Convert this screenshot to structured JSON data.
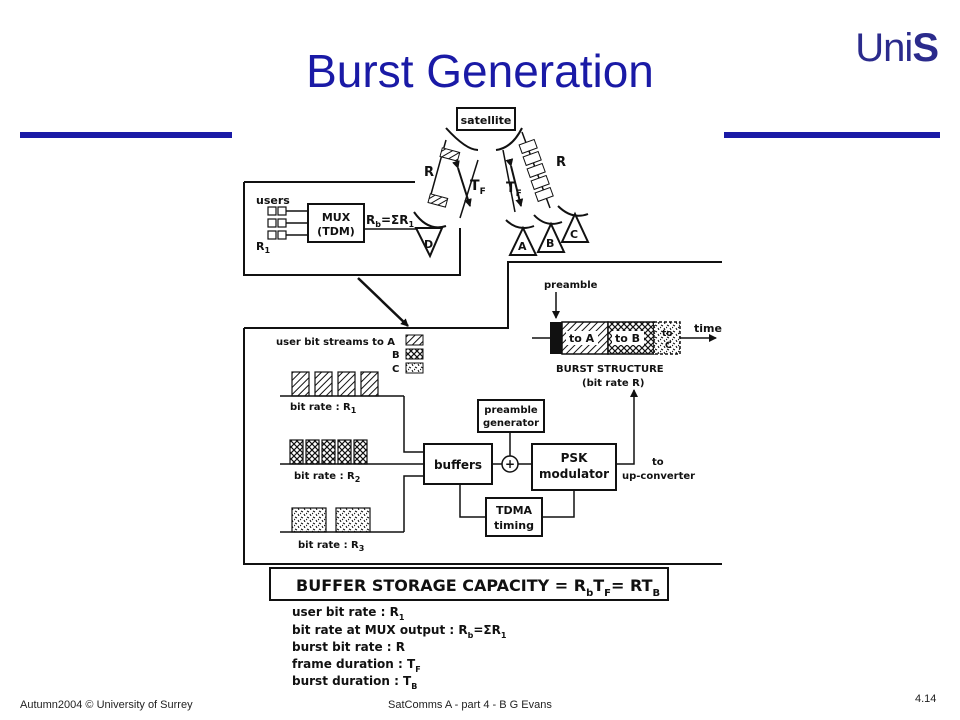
{
  "slide": {
    "title": "Burst Generation",
    "logo_prefix": "Uni",
    "logo_suffix": "S",
    "footer_left": "Autumn2004 © University of Surrey",
    "footer_center": "SatComms A - part 4 - B G Evans",
    "footer_right": "4.14",
    "accent_color": "#1a1aa6"
  },
  "diagram": {
    "satellite": "satellite",
    "r_left": "R",
    "r_right": "R",
    "tf_left": "T",
    "tf_right": "T",
    "tf_sub": "F",
    "users": "users",
    "r1": "R",
    "r1_sub": "1",
    "mux_line1": "MUX",
    "mux_line2": "(TDM)",
    "rb": "R",
    "rb_sub": "b",
    "rb_eq": "=ΣR",
    "rb_eq_sub": "1",
    "station_d": "D",
    "station_a": "A",
    "station_b": "B",
    "station_c": "C",
    "preamble": "preamble",
    "time": "time",
    "to_a": "to A",
    "to_b": "to B",
    "to_c_1": "to",
    "to_c_2": "C",
    "burst_structure": "BURST STRUCTURE",
    "burst_bit_rate": "(bit rate R)",
    "streams_label": "user bit streams to A",
    "legend_b": "B",
    "legend_c": "C",
    "bitrate_prefix": "bit rate : R",
    "sub1": "1",
    "sub2": "2",
    "sub3": "3",
    "pre_gen_1": "preamble",
    "pre_gen_2": "generator",
    "buffers": "buffers",
    "plus": "+",
    "psk_1": "PSK",
    "psk_2": "modulator",
    "to_up_1": "to",
    "to_up_2": "up-converter",
    "tdma_1": "TDMA",
    "tdma_2": "timing",
    "capacity_main": "BUFFER STORAGE CAPACITY = R",
    "capacity_sub_b": "b",
    "capacity_t": "T",
    "capacity_sub_f": "F",
    "capacity_eq": "= RT",
    "capacity_sub_b2": "B",
    "def1": "user bit rate : R",
    "def1_sub": "1",
    "def2": "bit rate at MUX output : R",
    "def2_sub": "b",
    "def2_eq": "=ΣR",
    "def2_eq_sub": "1",
    "def3": "burst bit rate : R",
    "def4": "frame duration : T",
    "def4_sub": "F",
    "def5": "burst duration : T",
    "def5_sub": "B"
  }
}
